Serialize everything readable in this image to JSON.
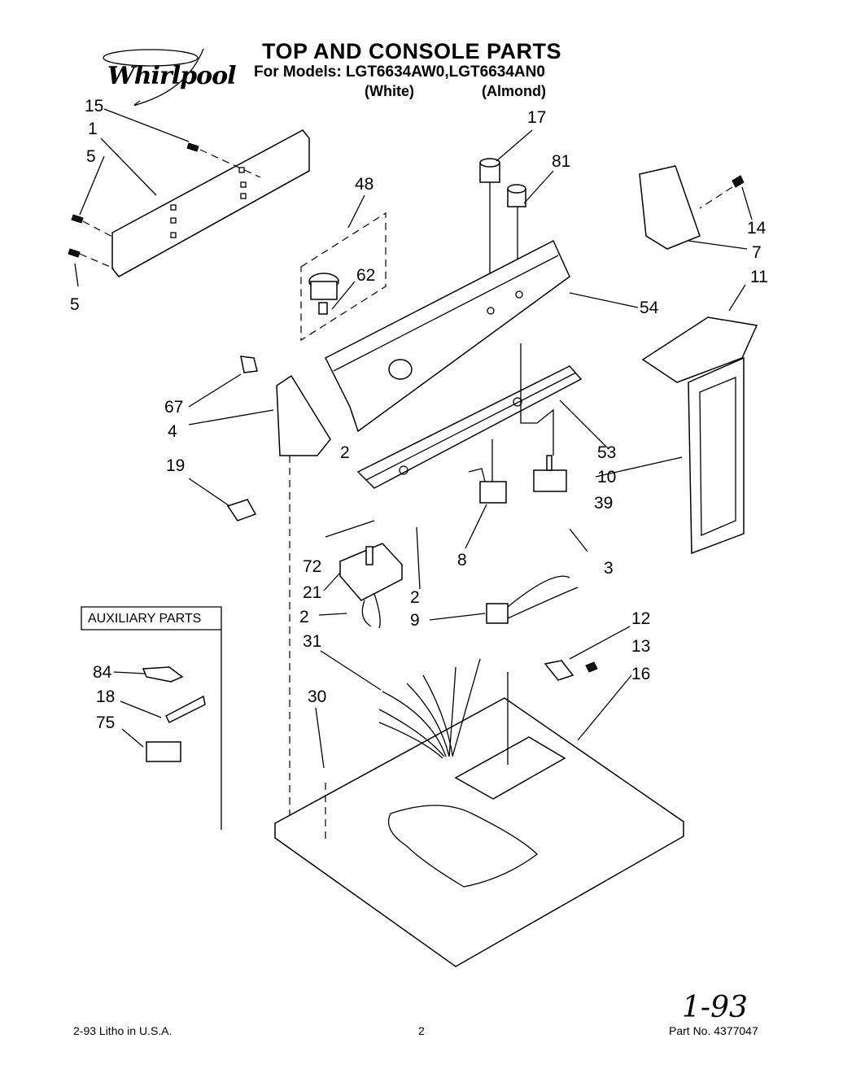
{
  "header": {
    "brand": "Whirlpool",
    "title": "TOP AND CONSOLE PARTS",
    "models": "For Models: LGT6634AW0,LGT6634AN0",
    "color_white": "(White)",
    "color_almond": "(Almond)"
  },
  "auxiliary": {
    "title": "AUXILIARY PARTS"
  },
  "callouts": [
    "15",
    "1",
    "5",
    "5",
    "48",
    "62",
    "17",
    "81",
    "14",
    "7",
    "11",
    "54",
    "53",
    "10",
    "39",
    "3",
    "8",
    "67",
    "4",
    "2",
    "19",
    "72",
    "21",
    "2",
    "2",
    "9",
    "12",
    "13",
    "16",
    "31",
    "30",
    "84",
    "18",
    "75"
  ],
  "footer": {
    "left": "2-93  Litho in U.S.A.",
    "page": "2",
    "part_no": "Part No. 4377047",
    "handwritten": "1-93"
  }
}
